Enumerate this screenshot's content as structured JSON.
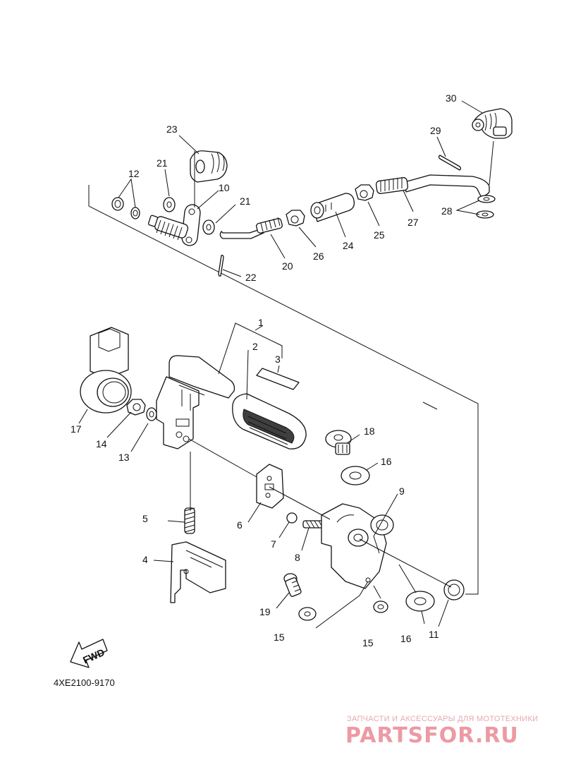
{
  "drawing_code": "4XE2100-9170",
  "direction_label": "FWD",
  "watermark": {
    "tagline": "ЗАПЧАСТИ И АКСЕССУАРЫ ДЛЯ МОТОТЕХНИКИ",
    "brand": "PARTSFOR.RU"
  },
  "callouts": {
    "n1": "1",
    "n2": "2",
    "n3": "3",
    "n4": "4",
    "n5": "5",
    "n6": "6",
    "n7": "7",
    "n8": "8",
    "n9": "9",
    "n10": "10",
    "n11": "11",
    "n12": "12",
    "n13": "13",
    "n14": "14",
    "n15a": "15",
    "n15b": "15",
    "n16a": "16",
    "n16b": "16",
    "n17": "17",
    "n18": "18",
    "n19": "19",
    "n20": "20",
    "n21a": "21",
    "n21b": "21",
    "n22": "22",
    "n23": "23",
    "n24": "24",
    "n25": "25",
    "n26": "26",
    "n27": "27",
    "n28": "28",
    "n29": "29",
    "n30": "30"
  }
}
